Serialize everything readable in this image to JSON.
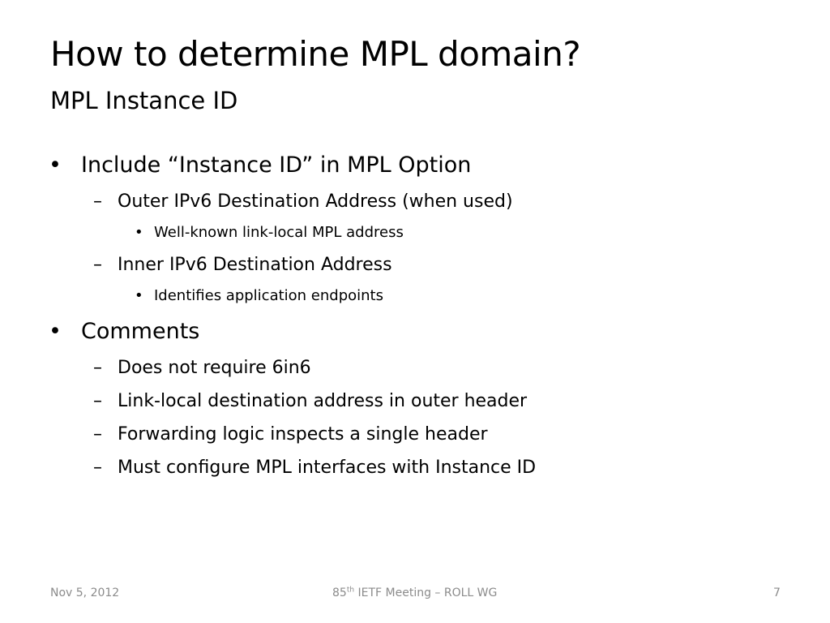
{
  "slide": {
    "title": "How to determine MPL domain?",
    "subtitle": "MPL Instance ID",
    "bullets": [
      {
        "level": 1,
        "marker": "•",
        "text": "Include “Instance ID” in MPL Option"
      },
      {
        "level": 2,
        "marker": "–",
        "text": "Outer IPv6 Destination Address (when used)"
      },
      {
        "level": 3,
        "marker": "•",
        "text": "Well-known link-local MPL address"
      },
      {
        "level": 2,
        "marker": "–",
        "text": "Inner IPv6 Destination Address"
      },
      {
        "level": 3,
        "marker": "•",
        "text": "Identifies application endpoints"
      },
      {
        "level": 1,
        "marker": "•",
        "text": "Comments"
      },
      {
        "level": 2,
        "marker": "–",
        "text": "Does not require 6in6"
      },
      {
        "level": 2,
        "marker": "–",
        "text": "Link-local destination address in outer header"
      },
      {
        "level": 2,
        "marker": "–",
        "text": "Forwarding logic inspects a single header"
      },
      {
        "level": 2,
        "marker": "–",
        "text": "Must configure MPL interfaces with Instance ID"
      }
    ]
  },
  "footer": {
    "date": "Nov 5, 2012",
    "meeting_number": "85",
    "meeting_suffix": "th",
    "meeting_rest": " IETF Meeting – ROLL WG",
    "page_number": "7"
  },
  "colors": {
    "text": "#000000",
    "footer_text": "#8b8b8b",
    "background": "#ffffff"
  }
}
